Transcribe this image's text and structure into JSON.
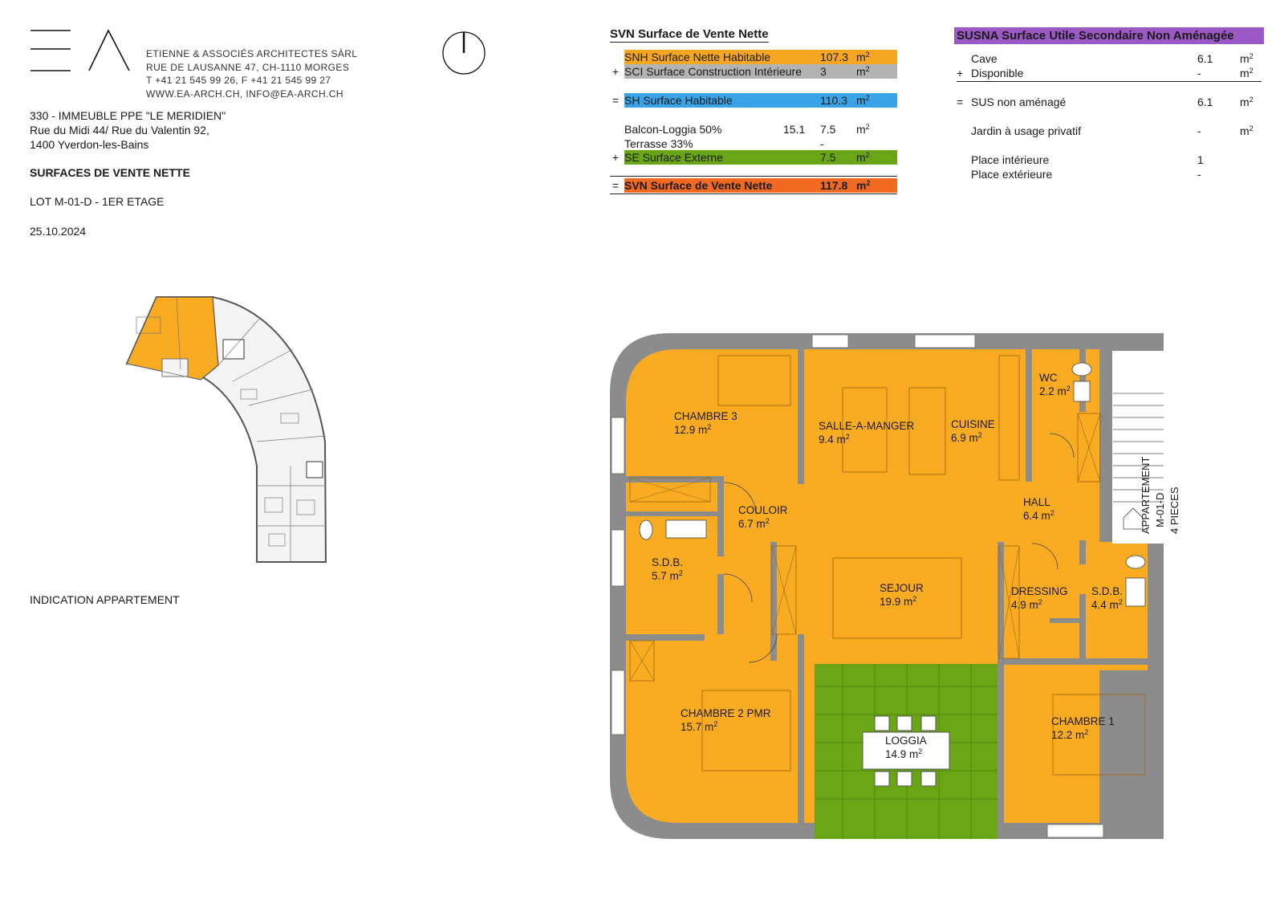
{
  "firm": {
    "line1": "ETIENNE & ASSOCIÉS ARCHITECTES SÀRL",
    "line2": "RUE DE LAUSANNE 47, CH-1110 MORGES",
    "line3": "T +41 21 545 99 26, F +41 21 545 99 27",
    "line4": "WWW.EA-ARCH.CH, INFO@EA-ARCH.CH"
  },
  "project": {
    "name": "330 - IMMEUBLE PPE \"LE MERIDIEN\"",
    "address1": "Rue du Midi 44/ Rue du Valentin 92,",
    "address2": "1400 Yverdon-les-Bains",
    "title": "SURFACES DE VENTE NETTE",
    "lot": "LOT M-01-D - 1ER ETAGE",
    "date": "25.10.2024",
    "indication": "INDICATION APPARTEMENT"
  },
  "svn": {
    "title": "SVN Surface de Vente Nette",
    "unit": "m",
    "rows": [
      {
        "op": "",
        "label": "SNH Surface Nette Habitable",
        "v1": "",
        "v2": "107.3",
        "color": "#f5a623"
      },
      {
        "op": "+",
        "label": "SCI Surface Construction Intérieure",
        "v1": "",
        "v2": "3",
        "color": "#b3b3b3"
      },
      {
        "op": "=",
        "label": "SH Surface Habitable",
        "v1": "",
        "v2": "110.3",
        "color": "#3aa3e8"
      },
      {
        "op": "",
        "label": "Balcon-Loggia 50%",
        "v1": "15.1",
        "v2": "7.5",
        "color": ""
      },
      {
        "op": "",
        "label": "Terrasse 33%",
        "v1": "",
        "v2": "-",
        "color": ""
      },
      {
        "op": "+",
        "label": "SE Surface Externe",
        "v1": "",
        "v2": "7.5",
        "color": "#6aa515"
      },
      {
        "op": "=",
        "label": "SVN Surface de Vente Nette",
        "v1": "",
        "v2": "117.8",
        "color": "#f26a21"
      }
    ]
  },
  "susna": {
    "title": "SUSNA Surface Utile Secondaire Non Aménagée",
    "unit": "m",
    "rows": [
      {
        "op": "",
        "label": "Cave",
        "v1": "6.1"
      },
      {
        "op": "+",
        "label": "Disponible",
        "v1": "-"
      },
      {
        "op": "=",
        "label": "SUS non aménagé",
        "v1": "6.1"
      },
      {
        "op": "",
        "label": "Jardin à usage privatif",
        "v1": "-"
      },
      {
        "op": "",
        "label": "Place intérieure",
        "v1": "1"
      },
      {
        "op": "",
        "label": "Place extérieure",
        "v1": "-"
      }
    ]
  },
  "plan": {
    "unit": "m",
    "rooms": [
      {
        "name": "CHAMBRE 3",
        "area": "12.9"
      },
      {
        "name": "SALLE-A-MANGER",
        "area": "9.4"
      },
      {
        "name": "CUISINE",
        "area": "6.9"
      },
      {
        "name": "WC",
        "area": "2.2"
      },
      {
        "name": "COULOIR",
        "area": "6.7"
      },
      {
        "name": "HALL",
        "area": "6.4"
      },
      {
        "name": "S.D.B.",
        "area": "5.7"
      },
      {
        "name": "SEJOUR",
        "area": "19.9"
      },
      {
        "name": "DRESSING",
        "area": "4.9"
      },
      {
        "name": "S.D.B.",
        "area": "4.4"
      },
      {
        "name": "CHAMBRE 2 PMR",
        "area": "15.7"
      },
      {
        "name": "LOGGIA",
        "area": "14.9"
      },
      {
        "name": "CHAMBRE 1",
        "area": "12.2"
      }
    ],
    "apartment_label": [
      "APPARTEMENT",
      "M-01-D",
      "4 PIECES"
    ],
    "colors": {
      "habitable": "#f9ab22",
      "loggia": "#6aa515",
      "wall": "#8c8c8c"
    }
  }
}
